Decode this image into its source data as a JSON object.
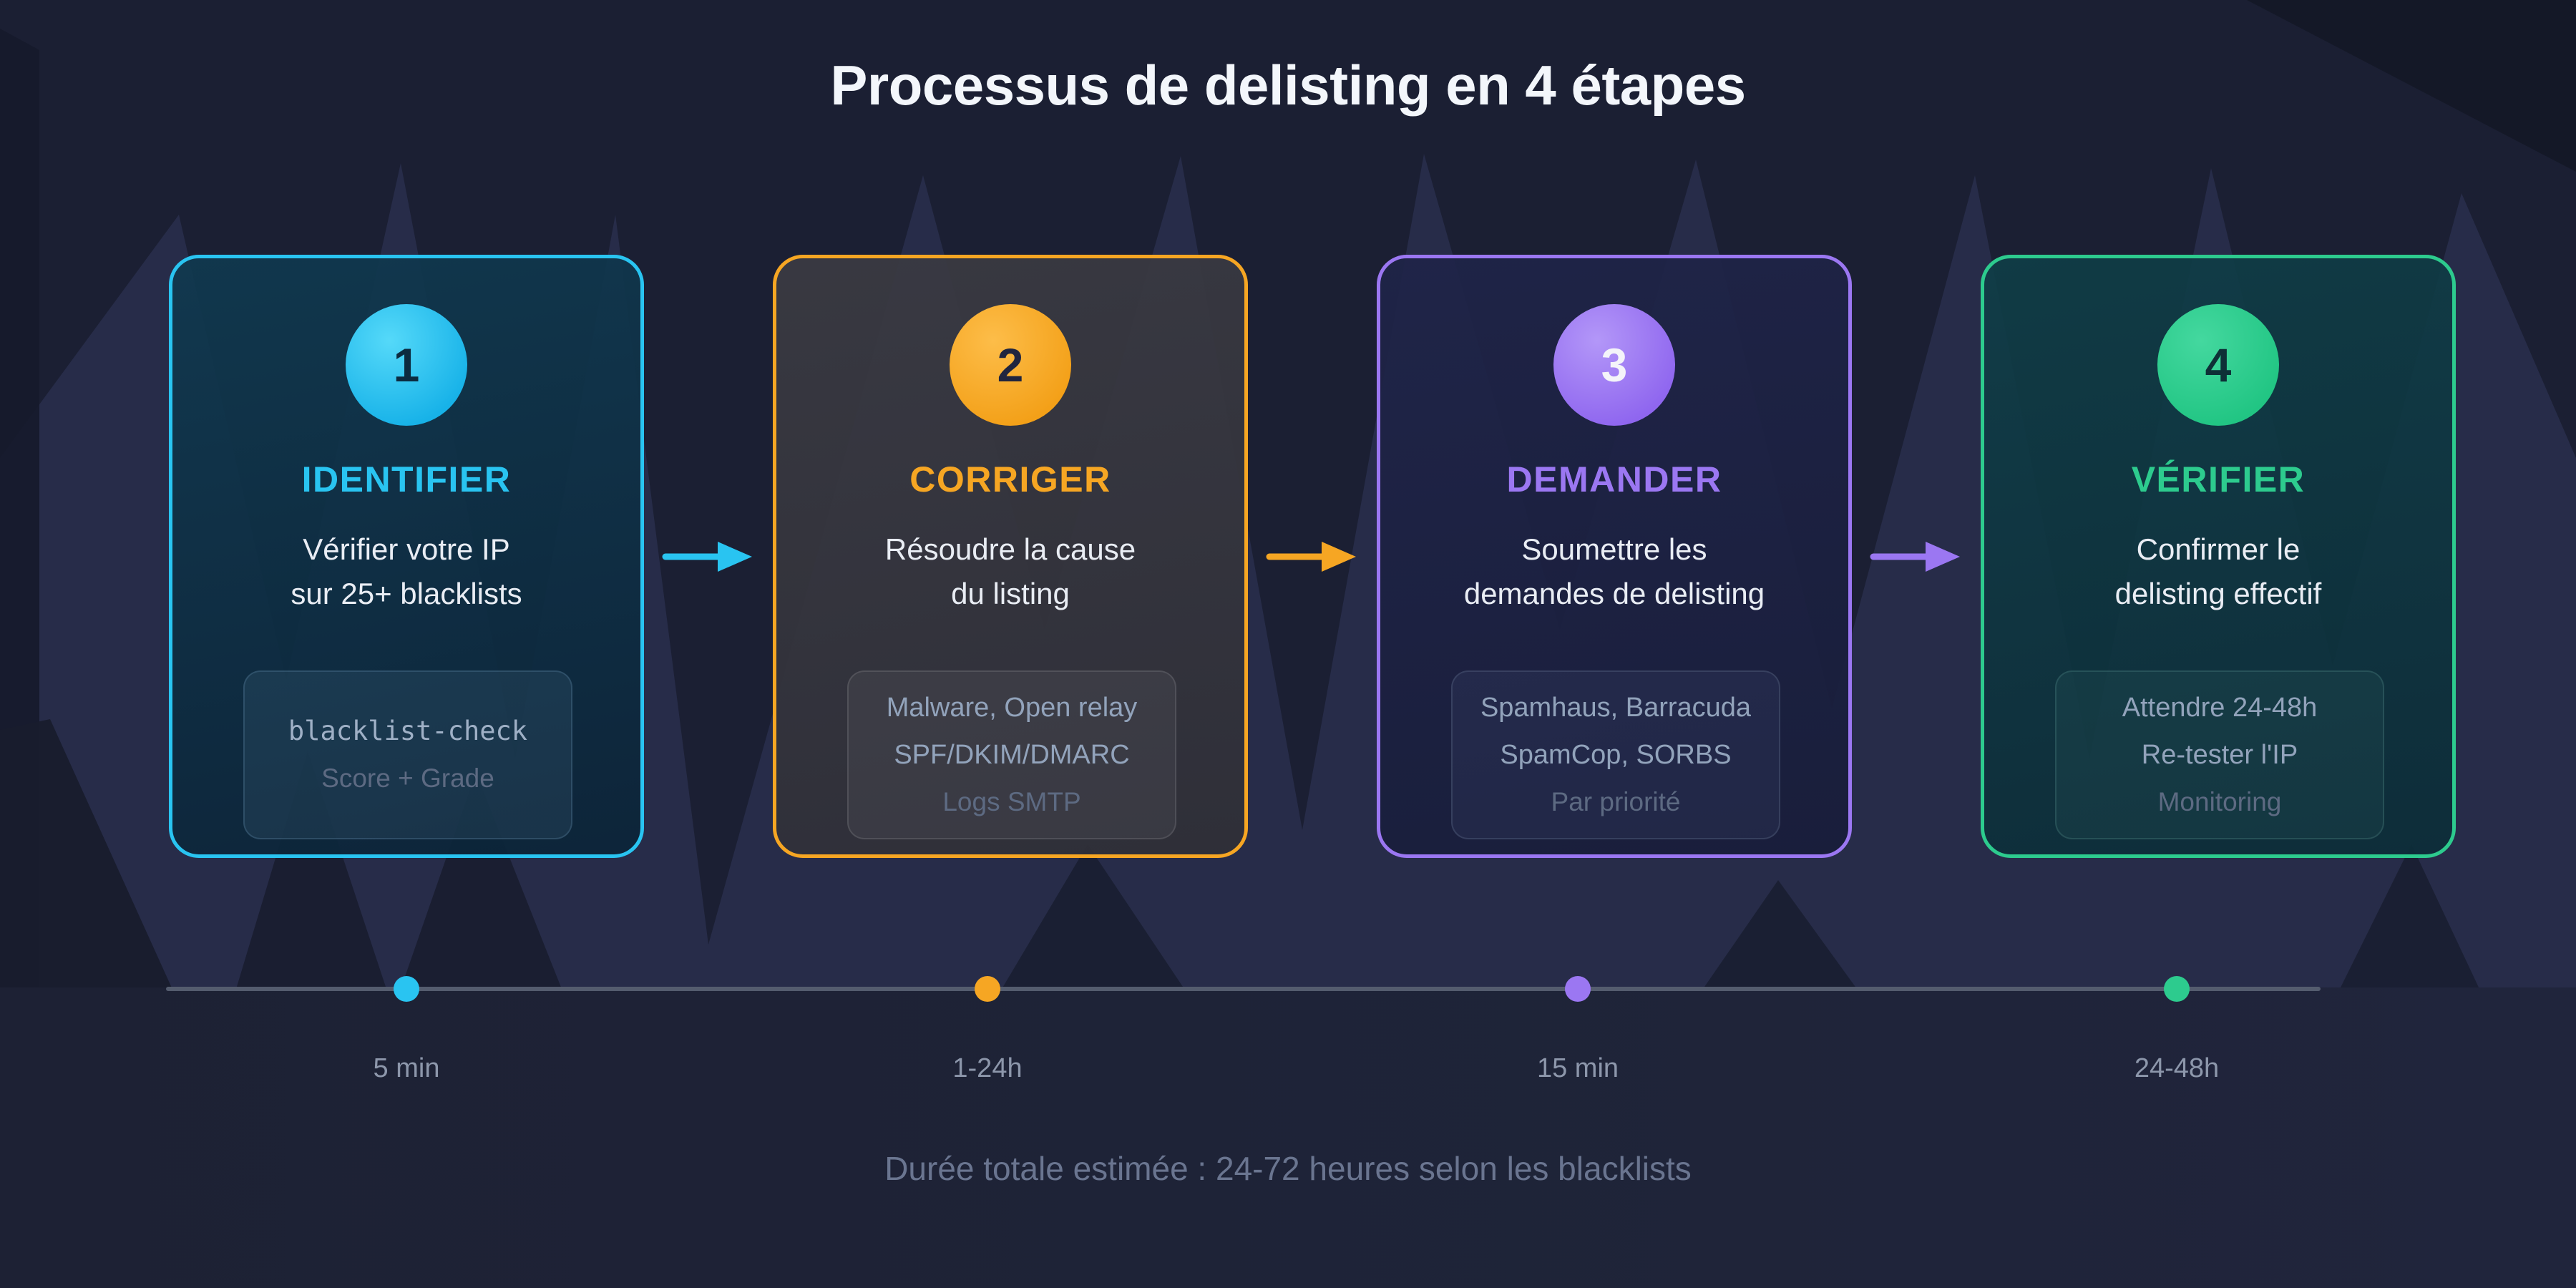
{
  "title": "Processus de delisting en 4 étapes",
  "steps": [
    {
      "number": "1",
      "label": "IDENTIFIER",
      "description": [
        "Vérifier votre IP",
        "sur 25+ blacklists"
      ],
      "box": [
        "blacklist-check",
        "Score + Grade"
      ],
      "duration": "5 min",
      "colors": {
        "accent": "#29c4f1",
        "badge_light": "#55d9f9",
        "badge_dark": "#17b2e8",
        "number": "#0c2b40",
        "card_top": "rgba(16,57,79,0.93)",
        "card_bottom": "rgba(11,36,56,0.93)"
      }
    },
    {
      "number": "2",
      "label": "CORRIGER",
      "description": [
        "Résoudre la cause",
        "du listing"
      ],
      "box": [
        "Malware, Open relay",
        "SPF/DKIM/DMARC",
        "Logs SMTP"
      ],
      "duration": "1-24h",
      "colors": {
        "accent": "#f6a623",
        "badge_light": "#fdbd49",
        "badge_dark": "#f3a018",
        "number": "#20253f",
        "card_top": "rgba(58,58,66,0.94)",
        "card_bottom": "rgba(47,47,55,0.94)"
      }
    },
    {
      "number": "3",
      "label": "DEMANDER",
      "description": [
        "Soumettre les",
        "demandes de delisting"
      ],
      "box": [
        "Spamhaus, Barracuda",
        "SpamCop, SORBS",
        "Par priorité"
      ],
      "duration": "15 min",
      "colors": {
        "accent": "#9b77f2",
        "badge_light": "#b397f8",
        "badge_dark": "#8f66ef",
        "number": "#f4f4f9",
        "card_top": "rgba(31,36,72,0.93)",
        "card_bottom": "rgba(24,29,58,0.93)"
      }
    },
    {
      "number": "4",
      "label": "VÉRIFIER",
      "description": [
        "Confirmer le",
        "delisting effectif"
      ],
      "box": [
        "Attendre 24-48h",
        "Re-tester l'IP",
        "Monitoring"
      ],
      "duration": "24-48h",
      "colors": {
        "accent": "#2dcb8e",
        "badge_light": "#44d89f",
        "badge_dark": "#21c583",
        "number": "#0e3037",
        "card_top": "rgba(15,62,71,0.90)",
        "card_bottom": "rgba(12,45,56,0.92)"
      }
    }
  ],
  "footer": {
    "note": "Durée totale estimée : 24-72 heures selon les blacklists"
  },
  "background": {
    "base_color": "#1b1f33",
    "mountain_color": "#272c49",
    "foreground_color": "#191d2f",
    "bottom_panel_color": "#1e2337",
    "timeline_line_color": "#545c6e"
  }
}
